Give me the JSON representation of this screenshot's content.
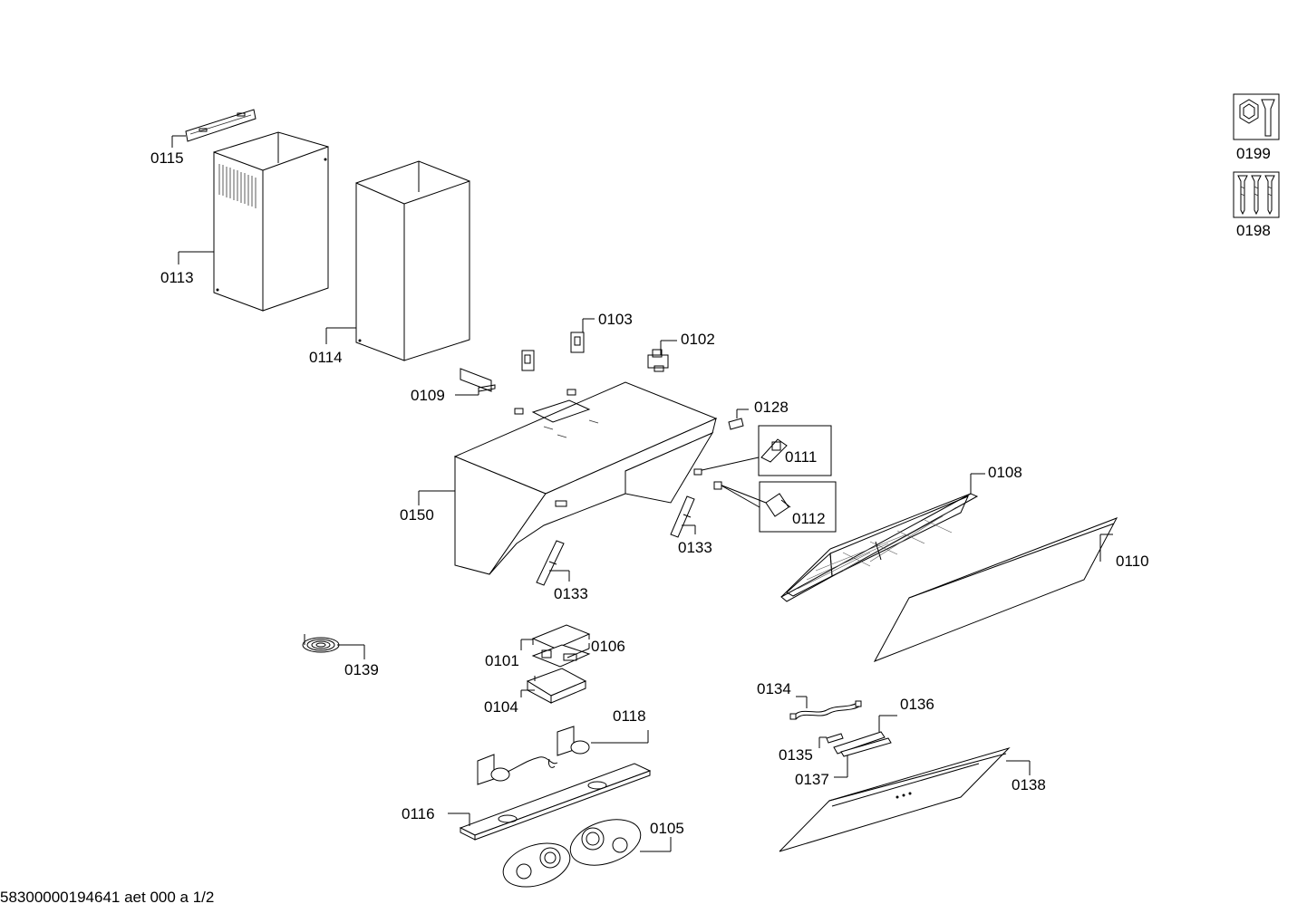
{
  "diagram": {
    "parts": {
      "p0115": "0115",
      "p0113": "0113",
      "p0114": "0114",
      "p0103": "0103",
      "p0102": "0102",
      "p0109": "0109",
      "p0128": "0128",
      "p0111": "0111",
      "p0112": "0112",
      "p0108": "0108",
      "p0150": "0150",
      "p0133a": "0133",
      "p0133b": "0133",
      "p0110": "0110",
      "p0139": "0139",
      "p0101": "0101",
      "p0106": "0106",
      "p0104": "0104",
      "p0118": "0118",
      "p0134": "0134",
      "p0136": "0136",
      "p0135": "0135",
      "p0137": "0137",
      "p0138": "0138",
      "p0116": "0116",
      "p0105": "0105"
    },
    "sidebar": {
      "tools_label": "0199",
      "screws_label": "0198"
    },
    "footer": "58300000194641 aet 000 a 1/2"
  }
}
